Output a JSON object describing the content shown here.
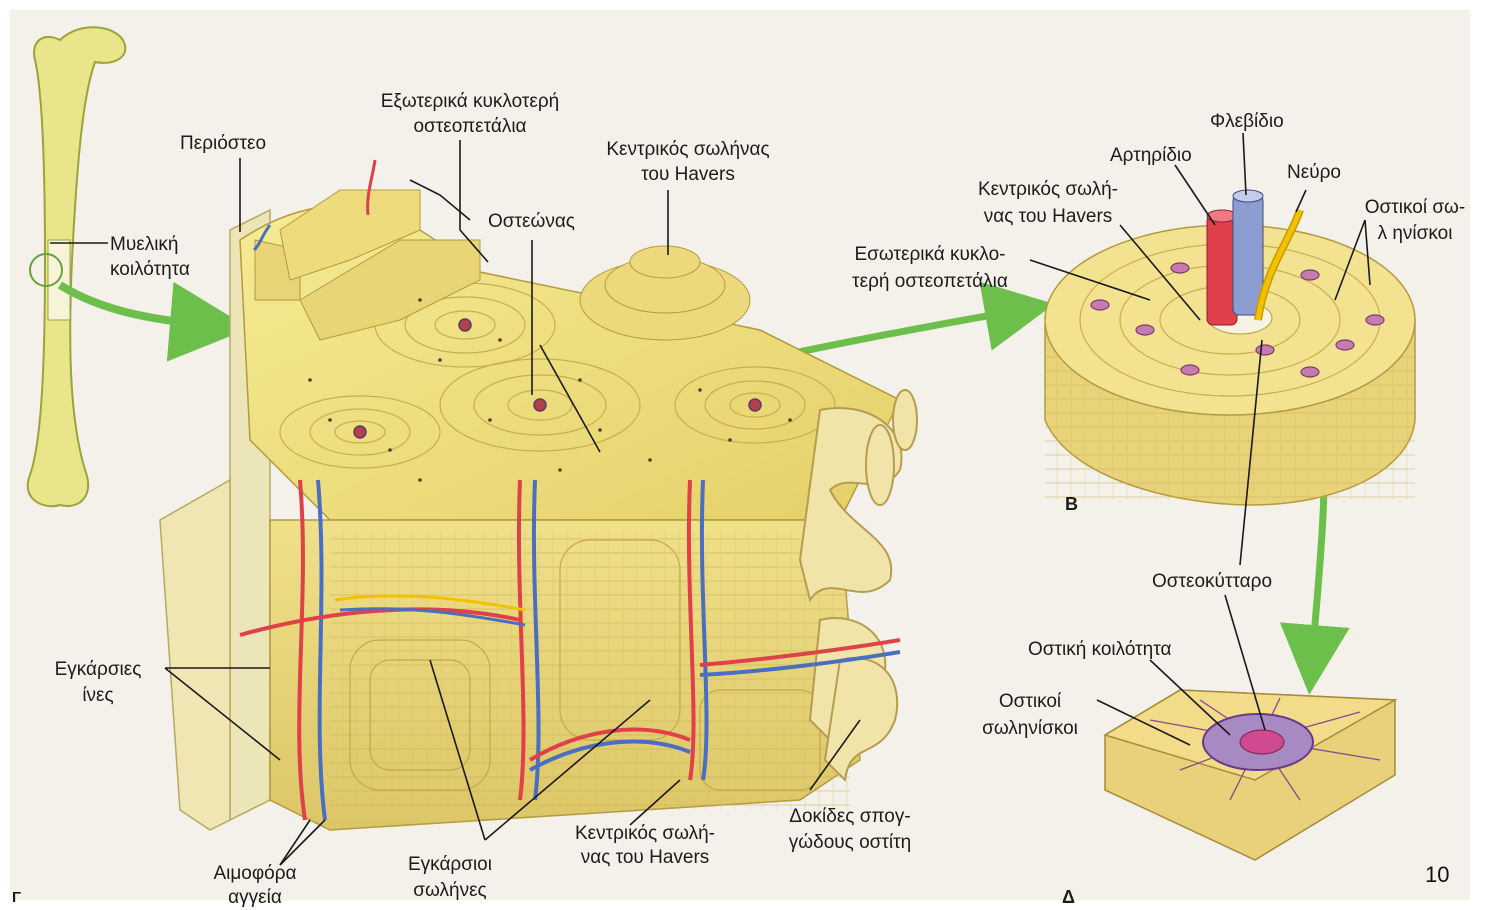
{
  "labels": {
    "periosteum": "Περιόστεο",
    "outer_lamellae_1": "Εξωτερικά κυκλοτερή",
    "outer_lamellae_2": "οστεοπετάλια",
    "central_canal_1": "Κεντρικός σωλήνας",
    "central_canal_2": "του Havers",
    "osteon": "Οστεώνας",
    "marrow_1": "Μυελική",
    "marrow_2": "κοιλότητα",
    "venule": "Φλεβίδιο",
    "arteriole": "Αρτηρίδιο",
    "nerve": "Νεύρο",
    "central_canal_b_1": "Κεντρικός σωλή-",
    "central_canal_b_2": "νας του Havers",
    "canaliculi_b_1": "Οστικοί σω-",
    "canaliculi_b_2": "λ ηνίσκοι",
    "inner_lamellae_1": "Εσωτερικά κυκλο-",
    "inner_lamellae_2": "τερή οστεοπετάλια",
    "panel_b": "Β",
    "osteocyte": "Οστεοκύτταρο",
    "lacuna": "Οστική κοιλότητα",
    "canaliculi_d_1": "Οστικοί",
    "canaliculi_d_2": "σωληνίσκοι",
    "sharpey_1": "Εγκάρσιες",
    "sharpey_2": "ίνες",
    "blood_vessels_1": "Αιμοφόρα",
    "blood_vessels_2": "αγγεία",
    "volkmann_1": "Εγκάρσιοι",
    "volkmann_2": "σωλήνες",
    "central_canal_g_1": "Κεντρικός σωλή-",
    "central_canal_g_2": "νας του Havers",
    "trabeculae_1": "Δοκίδες σπογ-",
    "trabeculae_2": "γώδους οστίτη",
    "panel_g": "Γ",
    "panel_d": "Δ",
    "page_number": "10"
  },
  "colors": {
    "bone": "#f0e27a",
    "bone_dark": "#d8c45a",
    "artery": "#e0404a",
    "vein": "#4a6fc0",
    "nerve": "#f2c200",
    "arrow": "#6cbf4a",
    "lacuna": "#8a4a8a"
  }
}
